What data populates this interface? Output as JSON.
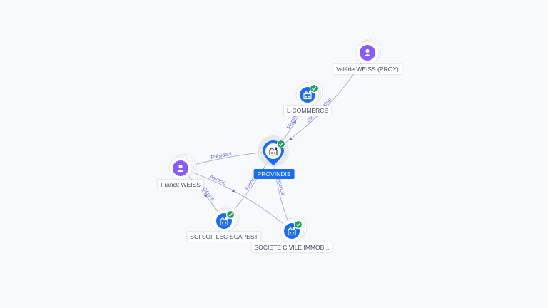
{
  "nodes": [
    {
      "id": "provindis",
      "label": "PROVINDIS",
      "type": "company",
      "primary": true,
      "verified": true,
      "icon": "building-icon"
    },
    {
      "id": "lcommerce",
      "label": "L-COMMERCE",
      "type": "company",
      "verified": true,
      "icon": "building-icon"
    },
    {
      "id": "valerie",
      "label": "Valérie WEISS (PROY)",
      "type": "person",
      "icon": "person-icon"
    },
    {
      "id": "franck",
      "label": "Franck WEISS",
      "type": "person",
      "icon": "person-icon"
    },
    {
      "id": "scisofilec",
      "label": "SCI SOFILEC-SCAPEST",
      "type": "company",
      "verified": true,
      "icon": "building-icon"
    },
    {
      "id": "scimmo",
      "label": "SOCIETE CIVILE IMMOB...",
      "type": "company",
      "verified": true,
      "icon": "building-icon"
    }
  ],
  "edges": [
    {
      "from": "franck",
      "to": "provindis",
      "label": "Président"
    },
    {
      "from": "provindis",
      "to": "lcommerce",
      "label": "Membre"
    },
    {
      "from": "valerie",
      "to": "provindis",
      "label": "Dir. Gén...iéral"
    },
    {
      "from": "scisofilec",
      "to": "provindis",
      "label": "Associé"
    },
    {
      "from": "franck",
      "to": "scisofilec",
      "label": "Gérant"
    },
    {
      "from": "franck",
      "to": "scimmo",
      "label": "Associé"
    },
    {
      "from": "scimmo",
      "to": "provindis",
      "label": "Associé"
    }
  ],
  "colors": {
    "company": "#1b6cf2",
    "person": "#8b5cf6",
    "verified": "#1e9e5a",
    "edge": "#a9b3c6",
    "edge_label": "#6b6fe0",
    "background": "#f7f9fc"
  }
}
